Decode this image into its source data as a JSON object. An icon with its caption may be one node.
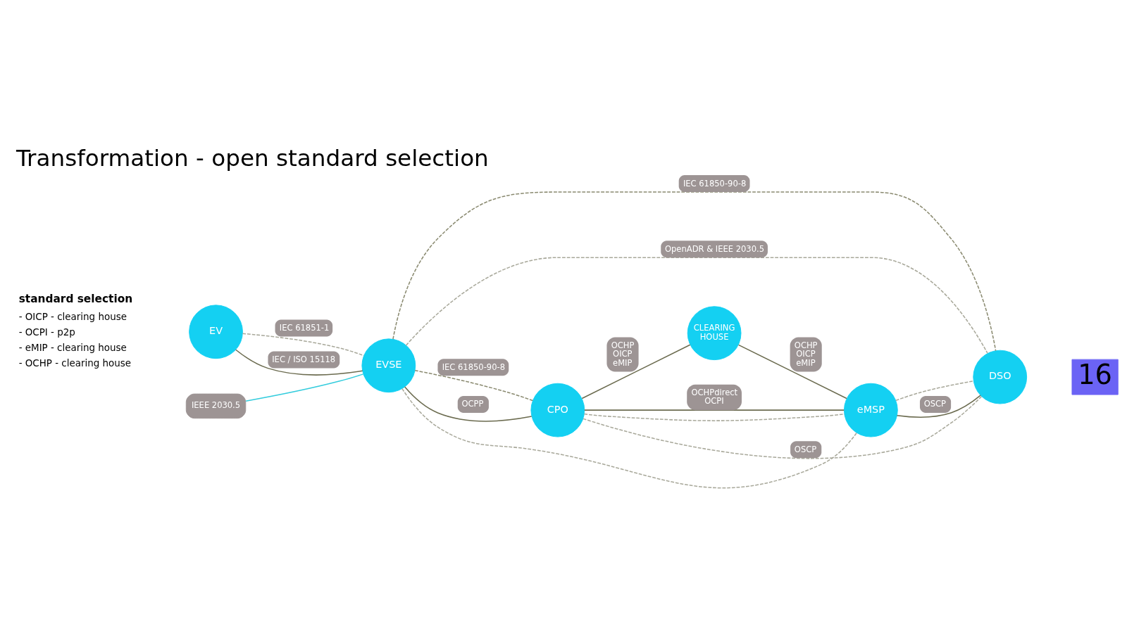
{
  "diagram": {
    "title": "Transformation - open standard selection",
    "nodes": [
      {
        "text": [
          "EV"
        ]
      },
      {
        "text": [
          "EVSE"
        ]
      },
      {
        "text": [
          "CPO"
        ]
      },
      {
        "text": [
          "CLEARING HOUSE"
        ]
      },
      {
        "text": [
          "eMSP"
        ]
      },
      {
        "text": [
          "DSO"
        ]
      },
      {
        "text": [
          "IEEE 2030.5"
        ]
      }
    ],
    "edges": [
      {
        "from": 0,
        "to": 1,
        "arrow": "none",
        "label": "IEC / ISO 15118"
      },
      {
        "from": 0,
        "to": 1,
        "arrow": "none",
        "style": "dashed",
        "color": "#a8a89a",
        "label": "IEC 61851-1"
      },
      {
        "from": 1,
        "to": 2,
        "arrow": "none",
        "label": "OCPP"
      },
      {
        "from": 1,
        "to": 2,
        "arrow": "none",
        "style": "dashed",
        "label": "IEC 61850-90-8"
      },
      {
        "from": 2,
        "to": 3,
        "arrow": "none",
        "label": "OCHP OICP eMIP"
      },
      {
        "from": 3,
        "to": 4,
        "arrow": "none",
        "label": "OCHP OICP eMIP"
      },
      {
        "from": 2,
        "to": 4,
        "arrow": "none",
        "label": "OCHPdirect OCPI"
      },
      {
        "from": 4,
        "to": 5,
        "arrow": "none",
        "label": "OSCP"
      },
      {
        "from": 2,
        "to": 5,
        "arrow": "none",
        "style": "dashed",
        "color": "#a8a89a",
        "label": "OSCP"
      },
      {
        "from": 1,
        "to": 5,
        "arrow": "none",
        "style": "dashed",
        "label": "IEC 61850-90-8"
      },
      {
        "from": 1,
        "to": 5,
        "arrow": "none",
        "style": "dashed",
        "color": "#a8a89a",
        "label": "OpenADR & IEEE 2030.5"
      },
      {
        "from": 1,
        "to": 4,
        "arrow": "none",
        "style": "dashed",
        "color": "#a8a89a"
      },
      {
        "from": 2,
        "to": 4,
        "arrow": "none",
        "style": "dashed",
        "color": "#a8a89a"
      },
      {
        "from": 4,
        "to": 5,
        "arrow": "none",
        "style": "dashed",
        "color": "#a8a89a"
      },
      {
        "from": 6,
        "to": 1,
        "arrow": "none",
        "color": "#33ccdd"
      }
    ],
    "labels": [
      "16",
      "standard selection",
      "- OICP - clearing house",
      "- OCPI - p2p",
      "- eMIP - clearing house",
      "- OCHP - clearing house"
    ]
  }
}
